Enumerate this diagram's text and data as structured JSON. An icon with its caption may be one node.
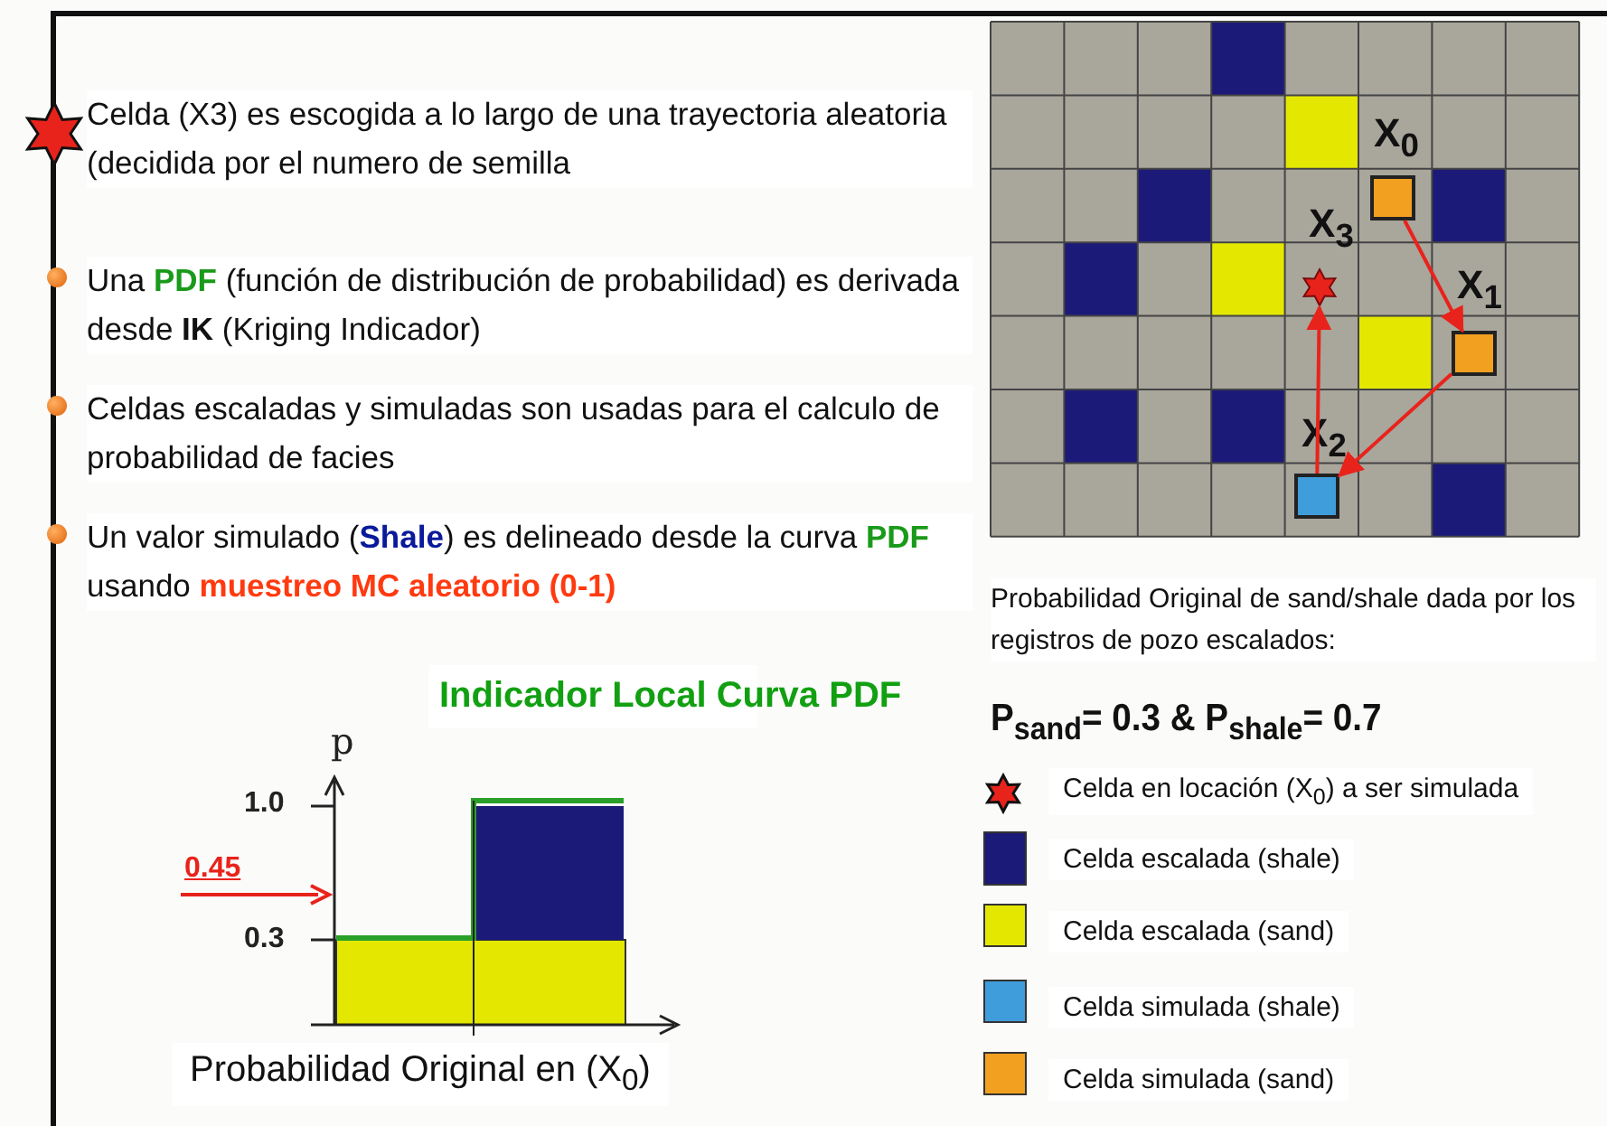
{
  "diagram": {
    "nodes": [
      {
        "text": [],
        "shape": "box",
        "beside": [
          "X$_{0}$"
        ]
      },
      {
        "text": [],
        "shape": "box",
        "beside": [
          "X$_{1}$"
        ]
      },
      {
        "text": [],
        "shape": "box",
        "beside": [
          "X$_{2}$"
        ]
      },
      {
        "text": [],
        "shape": "star",
        "beside": [
          "X$_{3}$"
        ]
      }
    ],
    "edges": [
      {
        "from": 0,
        "to": 1,
        "arrow": "to"
      },
      {
        "from": 1,
        "to": 2,
        "arrow": "to"
      },
      {
        "from": 2,
        "to": 3,
        "arrow": "to"
      }
    ],
    "labels": [
      "Celda (X3) es escogida a lo largo de una trayectoria aleatoria (decidida por el numero de semilla",
      "Una **PDF** (función de distribución de probabilidad) es derivada desde **IK** (Kriging Indicador)",
      "Celdas escaladas y simuladas son usadas para el calculo de probabilidad de facies",
      "Un valor simulado (**Shale**) es delineado desde la curva **PDF** usando **muestreo MC aleatorio (0-1)**",
      "Indicador Local Curva PDF",
      "p",
      "1.0",
      "0.45",
      "0.3",
      "Probabilidad Original en (X$_{0}$)",
      "Probabilidad Original de sand/shale dada por los registros de pozo escalados:",
      "P$_{sand}$= 0.3 & P$_{shale}$= 0.7"
    ],
    "legend": [
      {
        "text": "Celda en locación (X$_{0}$) a ser simulada"
      },
      {
        "text": "Celda escalada (shale)",
        "color": "#1c1a78"
      },
      {
        "text": "Celda escalada (sand)",
        "color": "#e4e800"
      },
      {
        "text": "Celda simulada (shale)",
        "color": "#3f9ddb"
      },
      {
        "text": "Celda simulada (sand)",
        "color": "#f2a020"
      }
    ]
  }
}
